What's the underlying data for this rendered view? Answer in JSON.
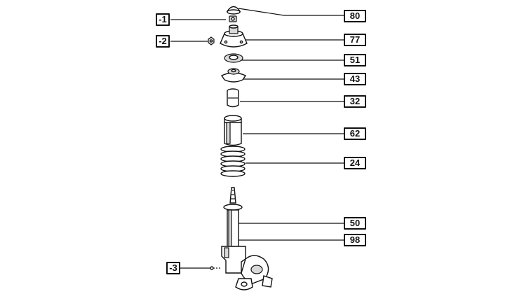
{
  "callouts_right": [
    {
      "part": "80"
    },
    {
      "part": "77"
    },
    {
      "part": "51"
    },
    {
      "part": "43"
    },
    {
      "part": "32"
    },
    {
      "part": "62"
    },
    {
      "part": "24"
    },
    {
      "part": "50"
    },
    {
      "part": "98"
    }
  ],
  "callouts_left": [
    {
      "part": "-1"
    },
    {
      "part": "-2"
    },
    {
      "part": "-3"
    }
  ]
}
